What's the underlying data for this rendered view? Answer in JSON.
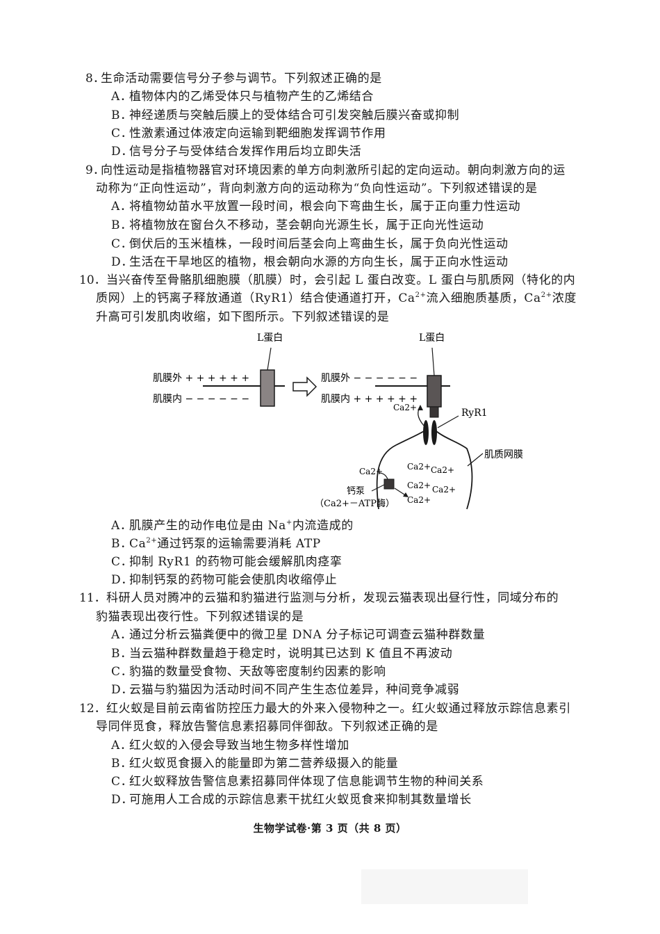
{
  "questions": [
    {
      "number": "8．",
      "stem": [
        "生命活动需要信号分子参与调节。下列叙述正确的是"
      ],
      "options": [
        {
          "letter": "A．",
          "text": "植物体内的乙烯受体只与植物产生的乙烯结合"
        },
        {
          "letter": "B．",
          "text": "神经递质与突触后膜上的受体结合可引发突触后膜兴奋或抑制"
        },
        {
          "letter": "C．",
          "text": "性激素通过体液定向运输到靶细胞发挥调节作用"
        },
        {
          "letter": "D．",
          "text": "信号分子与受体结合发挥作用后均立即失活"
        }
      ]
    },
    {
      "number": "9．",
      "stem": [
        "向性运动是指植物器官对环境因素的单方向刺激所引起的定向运动。朝向刺激方向的运",
        "动称为“正向性运动”，背向刺激方向的运动称为“负向性运动”。下列叙述错误的是"
      ],
      "options": [
        {
          "letter": "A．",
          "text": "将植物幼苗水平放置一段时间，根会向下弯曲生长，属于正向重力性运动"
        },
        {
          "letter": "B．",
          "text": "将植物放在窗台久不移动，茎会朝向光源生长，属于正向光性运动"
        },
        {
          "letter": "C．",
          "text": "倒伏后的玉米植株，一段时间后茎会向上弯曲生长，属于负向光性运动"
        },
        {
          "letter": "D．",
          "text": "生活在干旱地区的植物，根会朝向水源的方向生长，属于正向水性运动"
        }
      ]
    },
    {
      "number": "10．",
      "stem": [
        "当兴奋传至骨骼肌细胞膜（肌膜）时，会引起 L 蛋白改变。L 蛋白与肌质网（特化的内",
        "质网）上的钙离子释放通道（RyR1）结合使通道打开，Ca2+流入细胞质基质，Ca2+浓度",
        "升高可引发肌肉收缩，如下图所示。下列叙述错误的是"
      ],
      "options": [
        {
          "letter": "A．",
          "text": "肌膜产生的动作电位是由 Na+内流造成的"
        },
        {
          "letter": "B．",
          "text": "Ca2+通过钙泵的运输需要消耗 ATP"
        },
        {
          "letter": "C．",
          "text": "抑制 RyR1 的药物可能会缓解肌肉痉挛"
        },
        {
          "letter": "D．",
          "text": "抑制钙泵的药物可能会使肌肉收缩停止"
        }
      ]
    },
    {
      "number": "11．",
      "stem": [
        "科研人员对腾冲的云猫和豹猫进行监测与分析，发现云猫表现出昼行性，同域分布的",
        "豹猫表现出夜行性。下列叙述错误的是"
      ],
      "options": [
        {
          "letter": "A．",
          "text": "通过分析云猫粪便中的微卫星 DNA 分子标记可调查云猫种群数量"
        },
        {
          "letter": "B．",
          "text": "当云猫种群数量趋于稳定时，说明其已达到 K 值且不再波动"
        },
        {
          "letter": "C．",
          "text": "豹猫的数量受食物、天敌等密度制约因素的影响"
        },
        {
          "letter": "D．",
          "text": "云猫与豹猫因为活动时间不同产生生态位差异，种间竞争减弱"
        }
      ]
    },
    {
      "number": "12．",
      "stem": [
        "红火蚁是目前云南省防控压力最大的外来入侵物种之一。红火蚁通过释放示踪信息素引",
        "导同伴觅食，释放告警信息素招募同伴御敌。下列叙述正确的是"
      ],
      "options": [
        {
          "letter": "A．",
          "text": "红火蚁的入侵会导致当地生物多样性增加"
        },
        {
          "letter": "B．",
          "text": "红火蚁觅食摄入的能量即为第二营养级摄入的能量"
        },
        {
          "letter": "C．",
          "text": "红火蚁释放告警信息素招募同伴体现了信息能调节生物的种间关系"
        },
        {
          "letter": "D．",
          "text": "可施用人工合成的示踪信息素干扰红火蚁觅食来抑制其数量增长"
        }
      ]
    }
  ],
  "diagram": {
    "l_protein_left": "L蛋白",
    "l_protein_right": "L蛋白",
    "outside_left": "肌膜外 + + + + + +",
    "inside_left": "肌膜内 − − − − − −",
    "outside_right": "肌膜外 − − − − − −",
    "inside_right": "肌膜内 + + + + + +",
    "ryr1": "RyR1",
    "sr_membrane": "肌质网膜",
    "calcium_pump_line1": "钙泵",
    "calcium_pump_line2": "（Ca2+－ATP酶）",
    "ca_ion": "Ca2+"
  },
  "footer": "生物学试卷·第 3 页（共 8 页）"
}
